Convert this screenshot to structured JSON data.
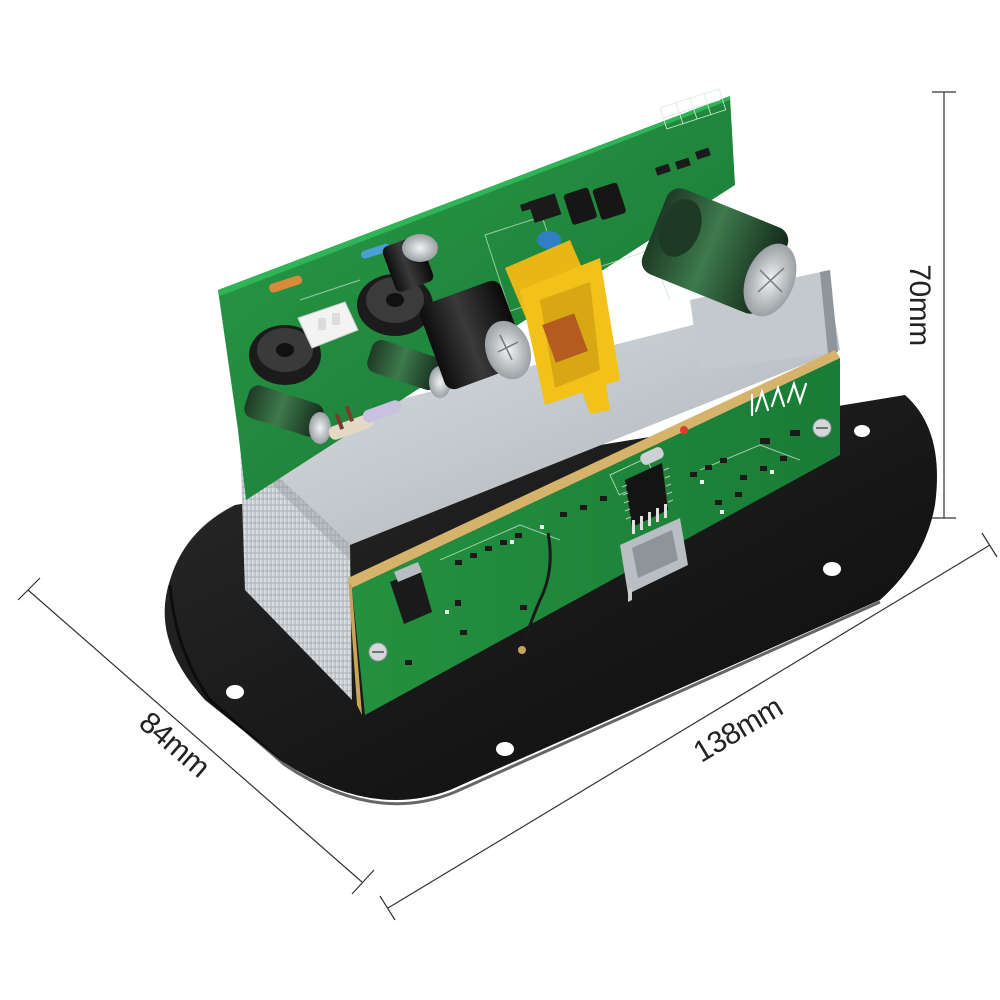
{
  "dimensions": {
    "height_label": "70mm",
    "width_label": "138mm",
    "depth_label": "84mm"
  },
  "colors": {
    "pcb_green": "#1f8a3c",
    "pcb_dark": "#146b2c",
    "base_plate": "#1c1c1c",
    "heatsink": "#c9ced2",
    "transformer_yellow": "#f2c21b",
    "capacitor_green": "#2e5e3a",
    "dimension_line": "#333333"
  }
}
